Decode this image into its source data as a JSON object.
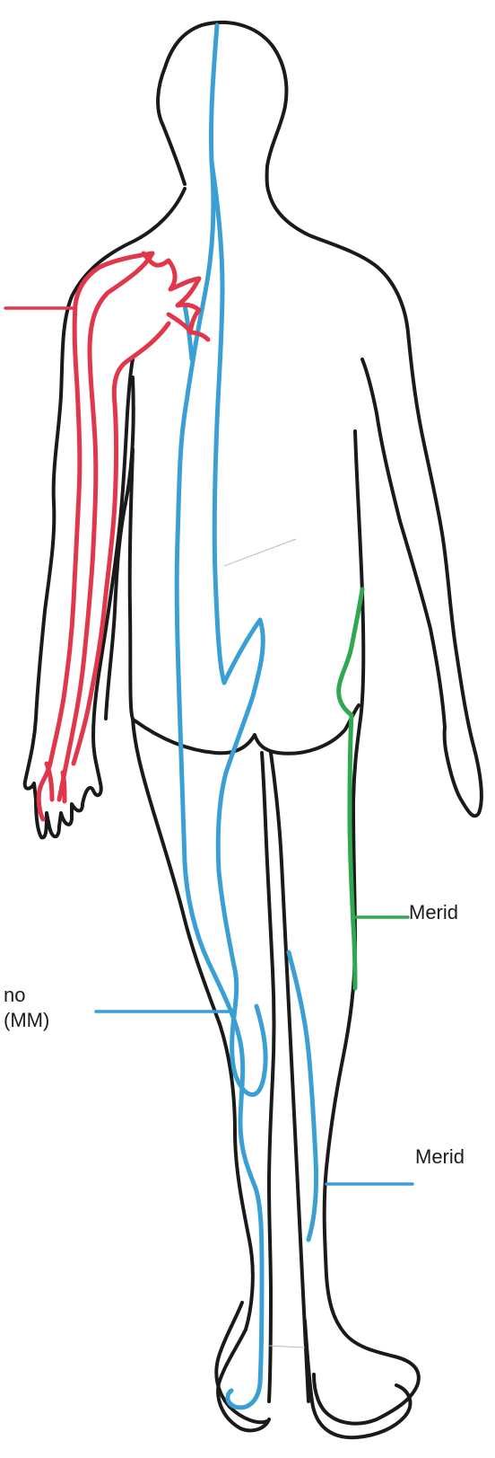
{
  "labels": {
    "right_upper": "Merid",
    "right_lower": "Merid",
    "left_lower_line1": "no",
    "left_lower_line2": "(MM)"
  },
  "colors": {
    "outline": "#1a1a1a",
    "meridian_red": "#e0374a",
    "meridian_blue": "#3a9fd4",
    "meridian_green": "#2fa84f",
    "background": "#ffffff"
  }
}
